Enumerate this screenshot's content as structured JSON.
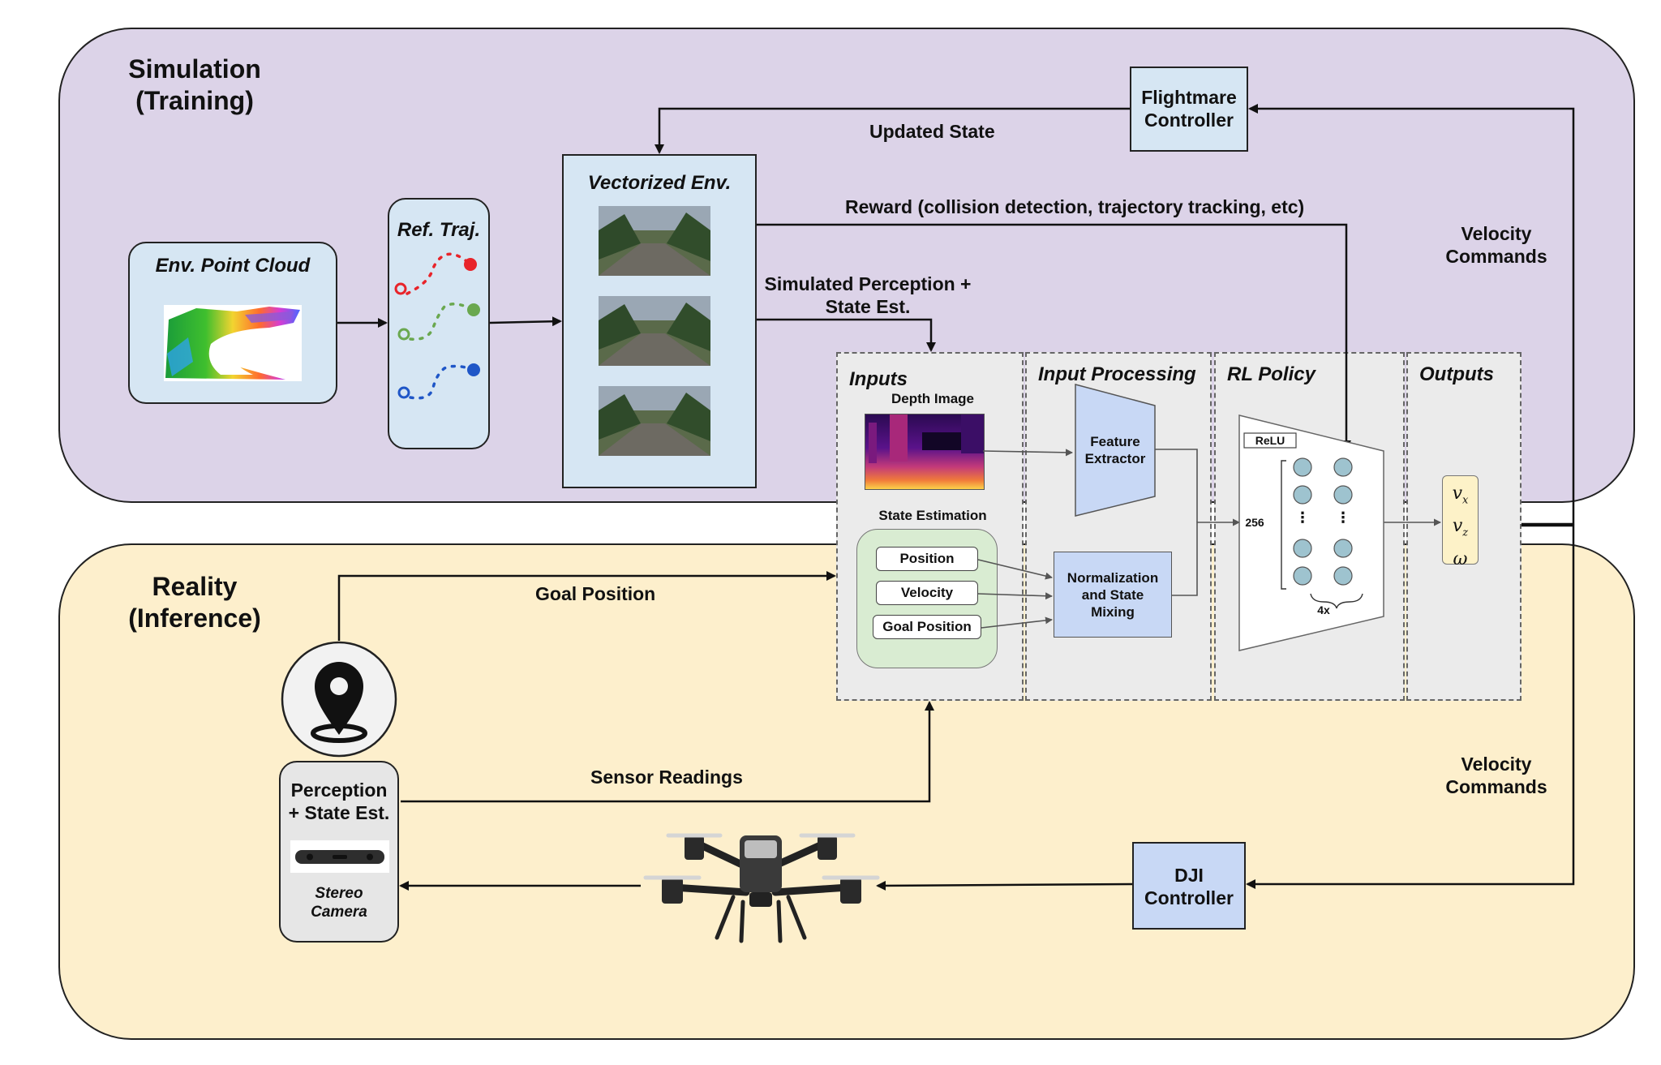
{
  "simulation": {
    "title_line1": "Simulation",
    "title_line2": "(Training)"
  },
  "reality": {
    "title_line1": "Reality",
    "title_line2": "(Inference)"
  },
  "env_point_cloud": {
    "title": "Env. Point Cloud"
  },
  "ref_traj": {
    "title": "Ref. Traj."
  },
  "vectorized_env": {
    "title": "Vectorized Env."
  },
  "flightmare": {
    "line1": "Flightmare",
    "line2": "Controller"
  },
  "dji": {
    "line1": "DJI",
    "line2": "Controller"
  },
  "arrows": {
    "updated_state": "Updated State",
    "reward": "Reward (collision detection,  trajectory tracking, etc)",
    "sim_perception_line1": "Simulated Perception +",
    "sim_perception_line2": "State Est.",
    "velocity_cmd_top_line1": "Velocity",
    "velocity_cmd_top_line2": "Commands",
    "velocity_cmd_bottom_line1": "Velocity",
    "velocity_cmd_bottom_line2": "Commands",
    "goal_position": "Goal Position",
    "sensor_readings": "Sensor Readings"
  },
  "inputs": {
    "title": "Inputs",
    "depth_image": "Depth Image",
    "state_estimation": "State Estimation",
    "items": [
      "Position",
      "Velocity",
      "Goal Position"
    ]
  },
  "input_processing": {
    "title": "Input Processing",
    "feature_extractor_line1": "Feature",
    "feature_extractor_line2": "Extractor",
    "norm_line1": "Normalization",
    "norm_line2": "and State",
    "norm_line3": "Mixing"
  },
  "rl_policy": {
    "title": "RL Policy",
    "activation": "ReLU",
    "width": "256",
    "layers": "4x",
    "dots": "⋮"
  },
  "outputs": {
    "title": "Outputs",
    "vx": "v",
    "vx_sub": "x",
    "vz": "v",
    "vz_sub": "z",
    "omega": "ω"
  },
  "perception": {
    "line1": "Perception",
    "line2": "+ State Est.",
    "camera_line1": "Stereo",
    "camera_line2": "Camera"
  },
  "colors": {
    "simulation_bg": "#dcd3e8",
    "reality_bg": "#fdefcc",
    "box_blue": "#d6e6f3",
    "processing_blue": "#c8d8f5",
    "state_green": "#d9ecd2",
    "output_yellow": "#fdf2c8",
    "neuron": "#9ec3cf",
    "traj_red": "#e8242a",
    "traj_green": "#6aa84f",
    "traj_blue": "#1f56c7"
  },
  "icons": [
    "location-pin-icon",
    "stereo-camera-icon",
    "drone-icon"
  ]
}
